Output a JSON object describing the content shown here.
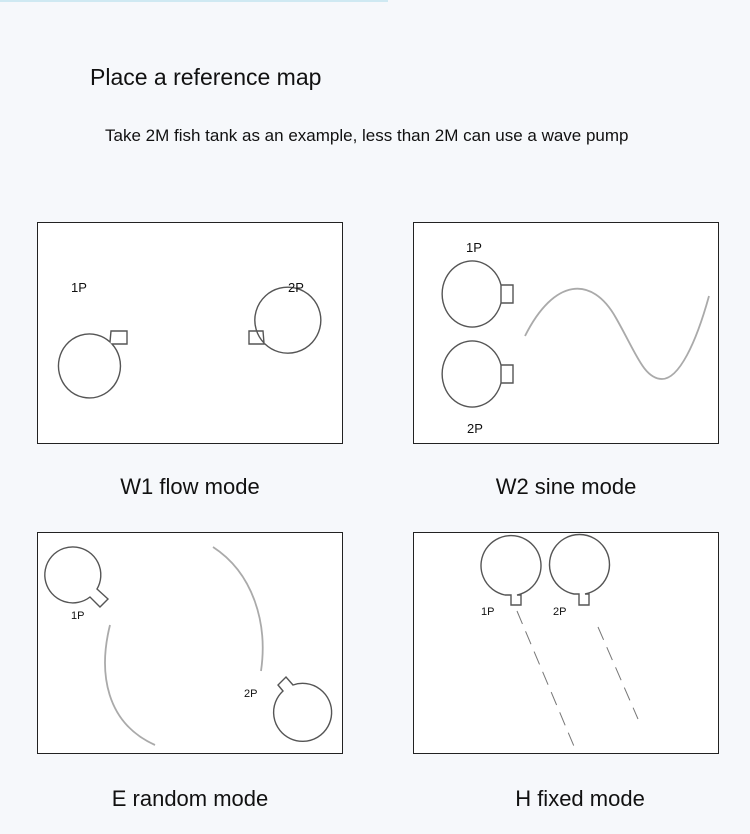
{
  "title": "Place a reference map",
  "subtitle": "Take 2M fish tank as an example, less than 2M can use a wave pump",
  "modes": [
    {
      "caption": "W1 flow mode",
      "labels": [
        "1P",
        "2P"
      ]
    },
    {
      "caption": "W2 sine mode",
      "labels": [
        "1P",
        "2P"
      ]
    },
    {
      "caption": "E random mode",
      "labels": [
        "1P",
        "2P"
      ]
    },
    {
      "caption": "H fixed mode",
      "labels": [
        "1P",
        "2P"
      ]
    }
  ]
}
